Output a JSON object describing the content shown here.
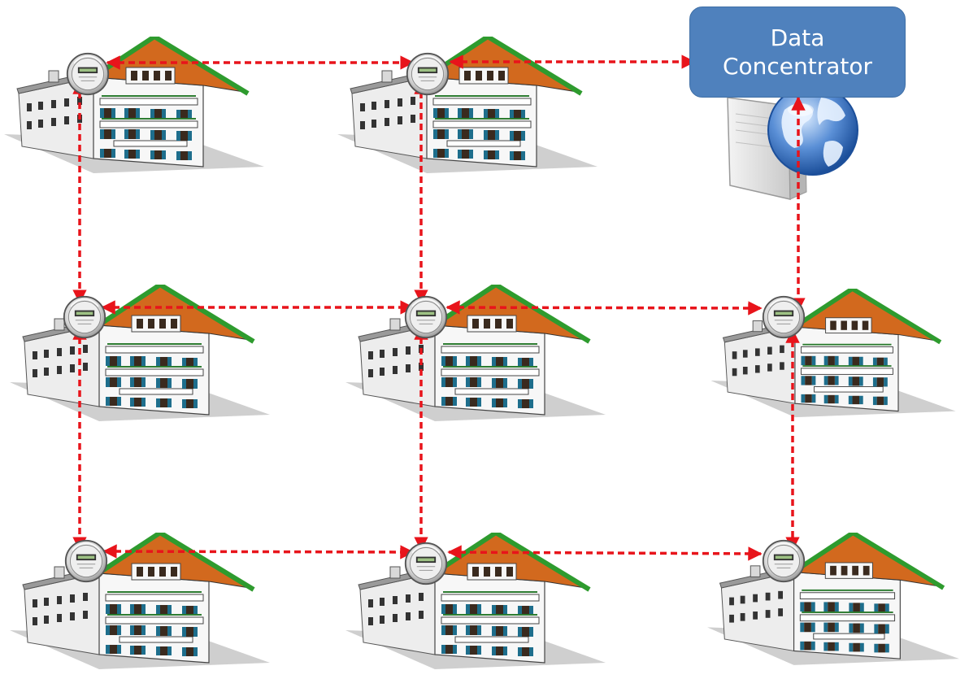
{
  "concentrator": {
    "label_line1": "Data",
    "label_line2": "Concentrator"
  },
  "icons": {
    "building": "apartment-building-icon",
    "meter": "smart-meter-icon",
    "server": "server-tower-icon",
    "globe": "globe-icon"
  },
  "colors": {
    "link": "#e8141b",
    "concentrator_fill": "#4f81bd",
    "roof": "#d2691e",
    "roof_trim": "#2e9b2e",
    "shutter": "#1e6e8c"
  },
  "nodes": [
    {
      "id": "meter-r1-c1"
    },
    {
      "id": "meter-r1-c2"
    },
    {
      "id": "meter-r2-c1"
    },
    {
      "id": "meter-r2-c2"
    },
    {
      "id": "meter-r2-c3"
    },
    {
      "id": "meter-r3-c1"
    },
    {
      "id": "meter-r3-c2"
    },
    {
      "id": "meter-r3-c3"
    }
  ]
}
